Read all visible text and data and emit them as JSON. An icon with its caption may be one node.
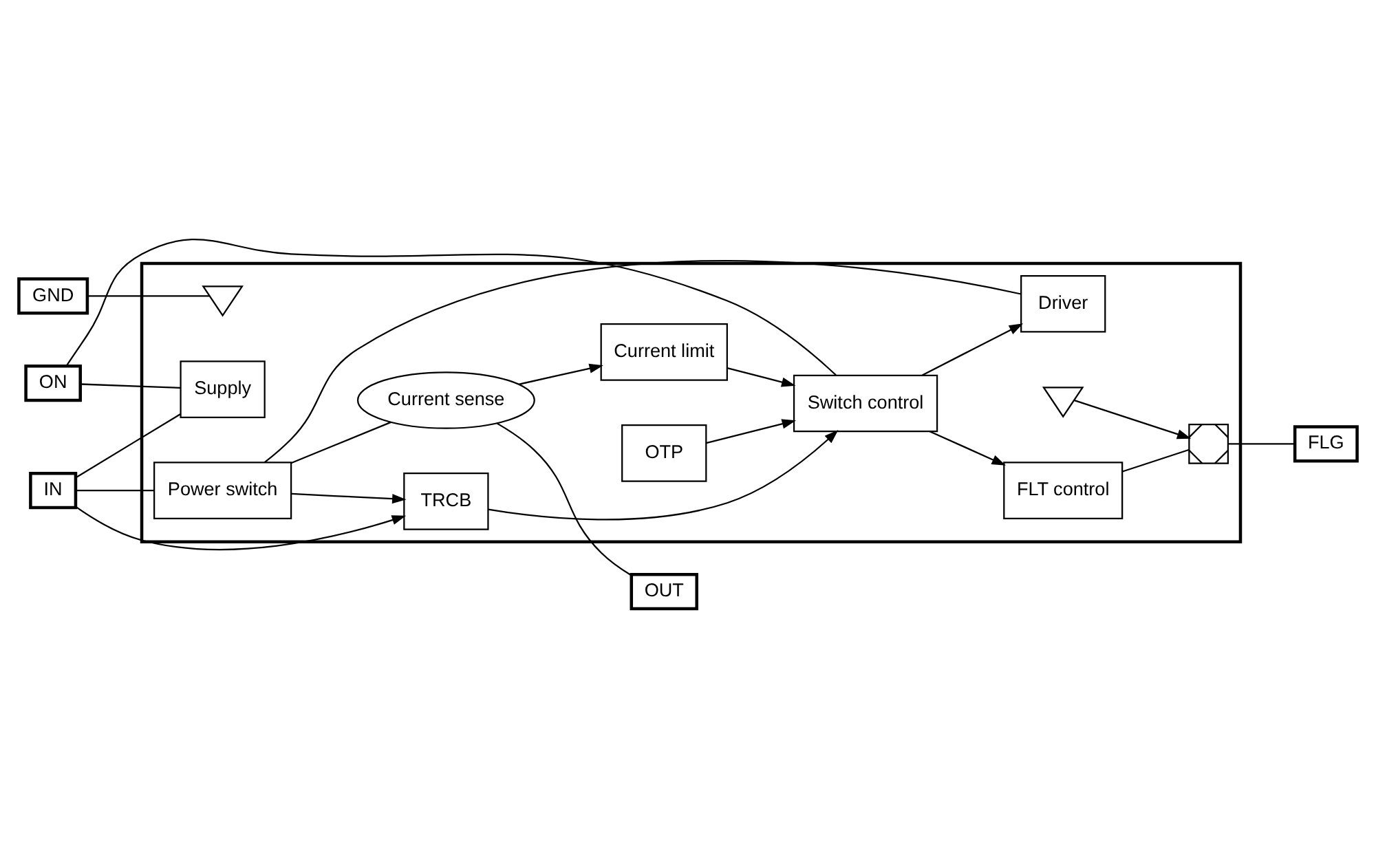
{
  "diagram": {
    "nodes": [
      {
        "text": [],
        "shape": "box"
      },
      {
        "text": [
          "IN"
        ]
      },
      {
        "text": [
          "OUT"
        ]
      },
      {
        "text": [
          "ON"
        ]
      },
      {
        "text": [
          "FLG"
        ]
      },
      {
        "text": [
          "GND"
        ]
      },
      {
        "text": [
          "Power switch"
        ],
        "in": 0
      },
      {
        "text": [
          "Current sense"
        ],
        "in": 0
      },
      {
        "text": [
          "Supply"
        ],
        "in": 0
      },
      {
        "text": [
          "Driver"
        ],
        "in": 0
      },
      {
        "text": [
          "OTP"
        ],
        "in": 0
      },
      {
        "text": [
          "TRCB"
        ],
        "in": 0
      },
      {
        "text": [
          "Current limit"
        ],
        "in": 0
      },
      {
        "text": [
          "Switch control"
        ],
        "in": 0
      },
      {
        "text": [
          "FLT control"
        ],
        "in": 0
      },
      {
        "text": [],
        "shape": "transistor",
        "in": 0
      },
      {
        "text": [],
        "shape": "ground",
        "in": 0
      },
      {
        "text": [],
        "shape": "ground",
        "in": 0
      }
    ],
    "edges": [
      {
        "from": 1,
        "to": 6,
        "arrow": "none"
      },
      {
        "from": 1,
        "to": 8,
        "arrow": "none"
      },
      {
        "from": 1,
        "to": 11,
        "arrow": "to"
      },
      {
        "from": 6,
        "to": 7,
        "arrow": "none"
      },
      {
        "from": 7,
        "to": 2,
        "arrow": "none"
      },
      {
        "from": 6,
        "to": 11,
        "arrow": "to"
      },
      {
        "from": 6,
        "to": 9,
        "arrow": "none"
      },
      {
        "from": 7,
        "to": 12,
        "arrow": "to"
      },
      {
        "from": 3,
        "to": 8,
        "arrow": "none"
      },
      {
        "from": 3,
        "to": 13,
        "arrow": "none"
      },
      {
        "from": 13,
        "to": 9,
        "arrow": "to"
      },
      {
        "from": 10,
        "to": 13,
        "arrow": "to"
      },
      {
        "from": 11,
        "to": 13,
        "arrow": "to"
      },
      {
        "from": 12,
        "to": 13,
        "arrow": "to"
      },
      {
        "from": 13,
        "to": 14,
        "arrow": "to"
      },
      {
        "from": 14,
        "to": 15,
        "arrow": "none"
      },
      {
        "from": 15,
        "to": 4,
        "arrow": "none"
      },
      {
        "from": 16,
        "to": 15,
        "arrow": "to"
      },
      {
        "from": 5,
        "to": 17,
        "arrow": "none"
      }
    ]
  }
}
